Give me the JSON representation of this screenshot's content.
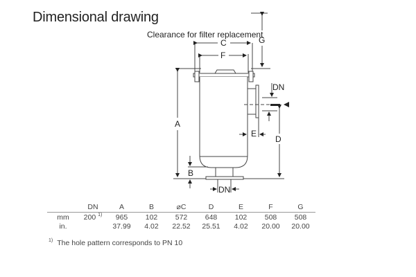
{
  "header": {
    "title": "Dimensional drawing"
  },
  "drawing": {
    "clearance_label": "Clearance for filter replacement",
    "dimension_labels": {
      "A": "A",
      "B": "B",
      "C": "C",
      "D": "D",
      "E": "E",
      "F": "F",
      "G": "G",
      "DN_side": "DN",
      "DN_bottom": "DN"
    },
    "colors": {
      "line": "#444444",
      "dim_line": "#555555",
      "text": "#222222"
    }
  },
  "table": {
    "headers": [
      "",
      "DN",
      "A",
      "B",
      "⌀C",
      "D",
      "E",
      "F",
      "G"
    ],
    "rows": [
      {
        "unit": "mm",
        "dn": "200",
        "dn_note": "1)",
        "values": [
          "965",
          "102",
          "572",
          "648",
          "102",
          "508",
          "508"
        ]
      },
      {
        "unit": "in.",
        "dn": "",
        "dn_note": "",
        "values": [
          "37.99",
          "4.02",
          "22.52",
          "25.51",
          "4.02",
          "20.00",
          "20.00"
        ]
      }
    ]
  },
  "footnote": {
    "marker": "1)",
    "text": "The hole pattern corresponds to PN 10"
  }
}
